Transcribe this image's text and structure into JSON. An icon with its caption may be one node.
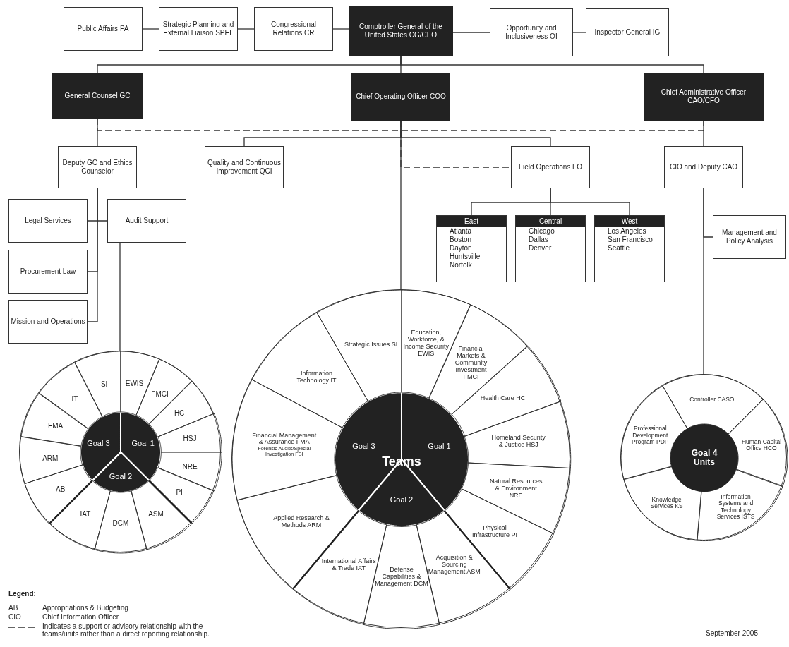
{
  "diagram": {
    "nodes": [
      {
        "text": [
          "Public Affairs PA"
        ]
      },
      {
        "text": [
          "Strategic Planning and External Liaison SPEL"
        ]
      },
      {
        "text": [
          "Congressional Relations CR"
        ]
      },
      {
        "text": [
          "Comptroller General of the United States CG/CEO"
        ]
      },
      {
        "text": [
          "Opportunity and Inclusiveness OI"
        ]
      },
      {
        "text": [
          "Inspector General IG"
        ]
      },
      {
        "text": [
          "General Counsel GC"
        ]
      },
      {
        "text": [
          "Chief Operating Officer COO"
        ]
      },
      {
        "text": [
          "Chief Administrative Officer CAO/CFO"
        ]
      },
      {
        "text": [
          "Deputy GC and Ethics Counselor"
        ]
      },
      {
        "text": [
          "Quality and Continuous Improvement QCI"
        ]
      },
      {
        "text": [
          "Field Operations FO"
        ]
      },
      {
        "text": [
          "CIO and Deputy CAO"
        ]
      },
      {
        "text": [
          "Legal Services"
        ]
      },
      {
        "text": [
          "Audit Support"
        ]
      },
      {
        "text": [
          "Procurement Law"
        ]
      },
      {
        "text": [
          "Mission and Operations"
        ]
      },
      {
        "text": [
          "East",
          "Atlanta",
          "Boston",
          "Dayton",
          "Huntsville",
          "Norfolk"
        ]
      },
      {
        "text": [
          "Central",
          "Chicago",
          "Dallas",
          "Denver"
        ]
      },
      {
        "text": [
          "West",
          "Los Angeles",
          "San Francisco",
          "Seattle"
        ]
      },
      {
        "text": [
          "Management and Policy Analysis"
        ]
      },
      {
        "text": [],
        "shape": "circle"
      },
      {
        "text": [
          "EWIS"
        ],
        "in": 21
      },
      {
        "text": [
          "FMCI"
        ],
        "in": 21
      },
      {
        "text": [
          "HC"
        ],
        "in": 21
      },
      {
        "text": [
          "HSJ"
        ],
        "in": 21
      },
      {
        "text": [
          "NRE"
        ],
        "in": 21
      },
      {
        "text": [
          "PI"
        ],
        "in": 21
      },
      {
        "text": [
          "ASM"
        ],
        "in": 21
      },
      {
        "text": [
          "DCM"
        ],
        "in": 21
      },
      {
        "text": [
          "IAT"
        ],
        "in": 21
      },
      {
        "text": [
          "AB"
        ],
        "in": 21
      },
      {
        "text": [
          "ARM"
        ],
        "in": 21
      },
      {
        "text": [
          "FMA"
        ],
        "in": 21
      },
      {
        "text": [
          "IT"
        ],
        "in": 21
      },
      {
        "text": [
          "SI"
        ],
        "in": 21
      },
      {
        "text": [
          "Goal 3"
        ],
        "in": 21
      },
      {
        "text": [
          "Goal 1"
        ],
        "in": 21
      },
      {
        "text": [
          "Goal 2"
        ],
        "in": 21
      },
      {
        "text": [],
        "shape": "circle"
      },
      {
        "text": [
          "Education, Workforce, & Income Security EWIS"
        ],
        "in": 39
      },
      {
        "text": [
          "Financial Markets & Community Investment FMCI"
        ],
        "in": 39
      },
      {
        "text": [
          "Health Care HC"
        ],
        "in": 39
      },
      {
        "text": [
          "Homeland Security & Justice HSJ"
        ],
        "in": 39
      },
      {
        "text": [
          "Natural Resources & Environment NRE"
        ],
        "in": 39
      },
      {
        "text": [
          "Physical Infrastructure PI"
        ],
        "in": 39
      },
      {
        "text": [
          "Acquisition & Sourcing Management ASM"
        ],
        "in": 39
      },
      {
        "text": [
          "Defense Capabilities & Management DCM"
        ],
        "in": 39
      },
      {
        "text": [
          "International Affairs & Trade IAT"
        ],
        "in": 39
      },
      {
        "text": [
          "Applied Research & Methods ARM"
        ],
        "in": 39
      },
      {
        "text": [
          "Financial Management & Assurance FMA",
          "Forensic Audits/Special Investigation FSI"
        ],
        "in": 39
      },
      {
        "text": [
          "Information Technology IT"
        ],
        "in": 39
      },
      {
        "text": [
          "Strategic Issues SI"
        ],
        "in": 39
      },
      {
        "text": [
          "Teams"
        ],
        "in": 39
      },
      {
        "text": [
          "Goal 3"
        ],
        "in": 39
      },
      {
        "text": [
          "Goal 1"
        ],
        "in": 39
      },
      {
        "text": [
          "Goal 2"
        ],
        "in": 39
      },
      {
        "text": [],
        "shape": "circle"
      },
      {
        "text": [
          "Controller CASO"
        ],
        "in": 57
      },
      {
        "text": [
          "Human Capital Office HCO"
        ],
        "in": 57
      },
      {
        "text": [
          "Information Systems and Technology Services ISTS"
        ],
        "in": 57
      },
      {
        "text": [
          "Knowledge Services KS"
        ],
        "in": 57
      },
      {
        "text": [
          "Professional Development Program PDP"
        ],
        "in": 57
      },
      {
        "text": [
          "Goal 4 Units"
        ],
        "in": 57
      }
    ],
    "edges": [
      {
        "from": 0,
        "to": 1,
        "arrow": "none"
      },
      {
        "from": 1,
        "to": 2,
        "arrow": "none"
      },
      {
        "from": 2,
        "to": 3,
        "arrow": "none"
      },
      {
        "from": 3,
        "to": 4,
        "arrow": "none"
      },
      {
        "from": 4,
        "to": 5,
        "arrow": "none"
      },
      {
        "from": 3,
        "to": 6,
        "arrow": "none"
      },
      {
        "from": 3,
        "to": 7,
        "arrow": "none"
      },
      {
        "from": 3,
        "to": 8,
        "arrow": "none"
      },
      {
        "from": 6,
        "to": 8,
        "arrow": "none",
        "style": "dashed"
      },
      {
        "from": 6,
        "to": 9,
        "arrow": "none"
      },
      {
        "from": 9,
        "to": 13,
        "arrow": "none"
      },
      {
        "from": 9,
        "to": 14,
        "arrow": "none"
      },
      {
        "from": 9,
        "to": 15,
        "arrow": "none"
      },
      {
        "from": 9,
        "to": 16,
        "arrow": "none"
      },
      {
        "from": 14,
        "to": 21,
        "arrow": "none"
      },
      {
        "from": 7,
        "to": 10,
        "arrow": "none"
      },
      {
        "from": 7,
        "to": 11,
        "arrow": "none"
      },
      {
        "from": 7,
        "to": 11,
        "arrow": "none",
        "style": "dashed"
      },
      {
        "from": 7,
        "to": 39,
        "arrow": "none"
      },
      {
        "from": 11,
        "to": 17,
        "arrow": "none"
      },
      {
        "from": 11,
        "to": 18,
        "arrow": "none"
      },
      {
        "from": 11,
        "to": 19,
        "arrow": "none"
      },
      {
        "from": 8,
        "to": 12,
        "arrow": "none"
      },
      {
        "from": 12,
        "to": 20,
        "arrow": "none"
      },
      {
        "from": 12,
        "to": 57,
        "arrow": "none"
      }
    ],
    "labels": [
      "Legend:",
      "AB",
      "Appropriations & Budgeting",
      "CIO",
      "Chief Information Officer",
      "September 2005"
    ],
    "legend": [
      {
        "text": "Indicates a support or advisory relationship with the teams/units rather than a direct reporting relationship."
      }
    ]
  }
}
